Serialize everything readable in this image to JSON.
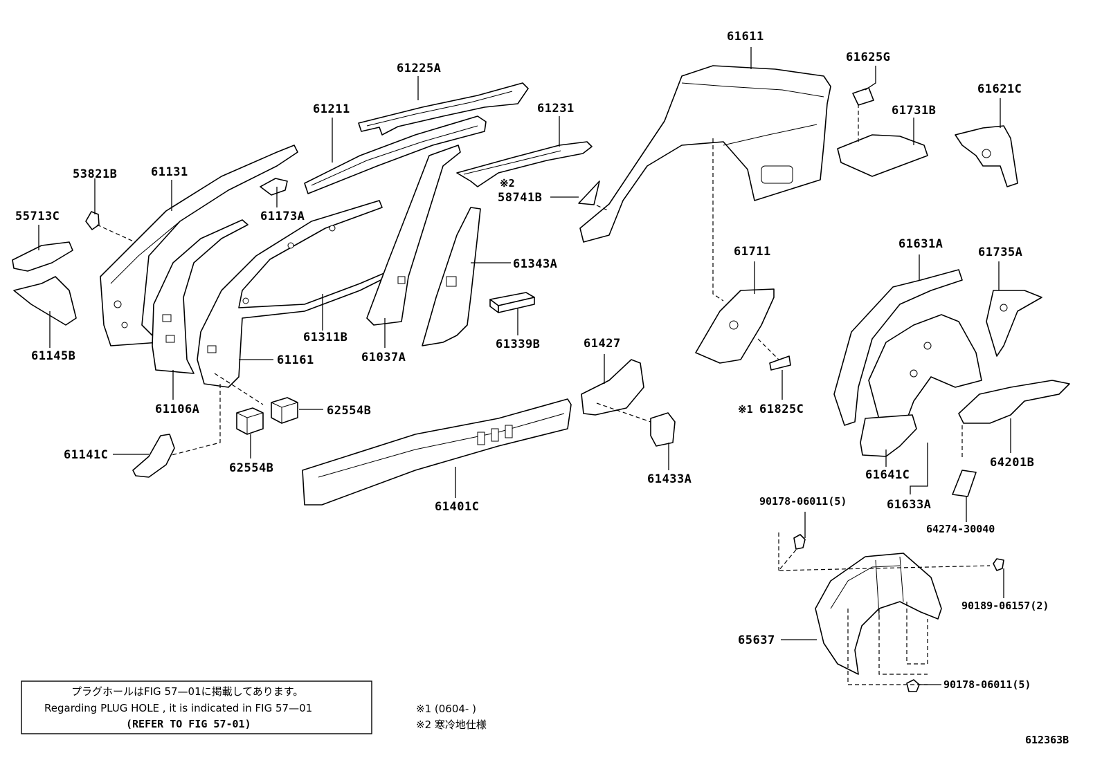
{
  "parts": {
    "p61611": "61611",
    "p61625G": "61625G",
    "p61621C": "61621C",
    "p61225A": "61225A",
    "p61211": "61211",
    "p61231": "61231",
    "p61731B": "61731B",
    "p61131": "61131",
    "p53821B": "53821B",
    "p55713C": "55713C",
    "p61173A": "61173A",
    "p58741B": "58741B",
    "p61343A": "61343A",
    "p61711": "61711",
    "p61631A": "61631A",
    "p61735A": "61735A",
    "p61311B": "61311B",
    "p61339B": "61339B",
    "p61145B": "61145B",
    "p61037A": "61037A",
    "p61427": "61427",
    "p61161": "61161",
    "p61825C": "61825C",
    "p61106A": "61106A",
    "p62554B_a": "62554B",
    "p62554B_b": "62554B",
    "p64201B": "64201B",
    "p61141C": "61141C",
    "p61433A": "61433A",
    "p61641C": "61641C",
    "p61401C": "61401C",
    "p61633A": "61633A",
    "p90178_top": "90178-06011(5)",
    "p64274": "64274-30040",
    "p90189": "90189-06157(2)",
    "p65637": "65637",
    "p90178_bottom": "90178-06011(5)"
  },
  "marks": {
    "mark2_near_61231": "※2",
    "mark1_near_61825C": "※1"
  },
  "note_box": {
    "line1": "プラグホールはFIG 57—01に掲載してあります。",
    "line2": "Regarding  PLUG  HOLE , it is indicated in FIG  57—01",
    "line3": "(REFER TO FIG 57-01)"
  },
  "footnotes": {
    "note1": "※1 (0604-        )",
    "note2": "※2 寒冷地仕様"
  },
  "figure_id": "612363B"
}
